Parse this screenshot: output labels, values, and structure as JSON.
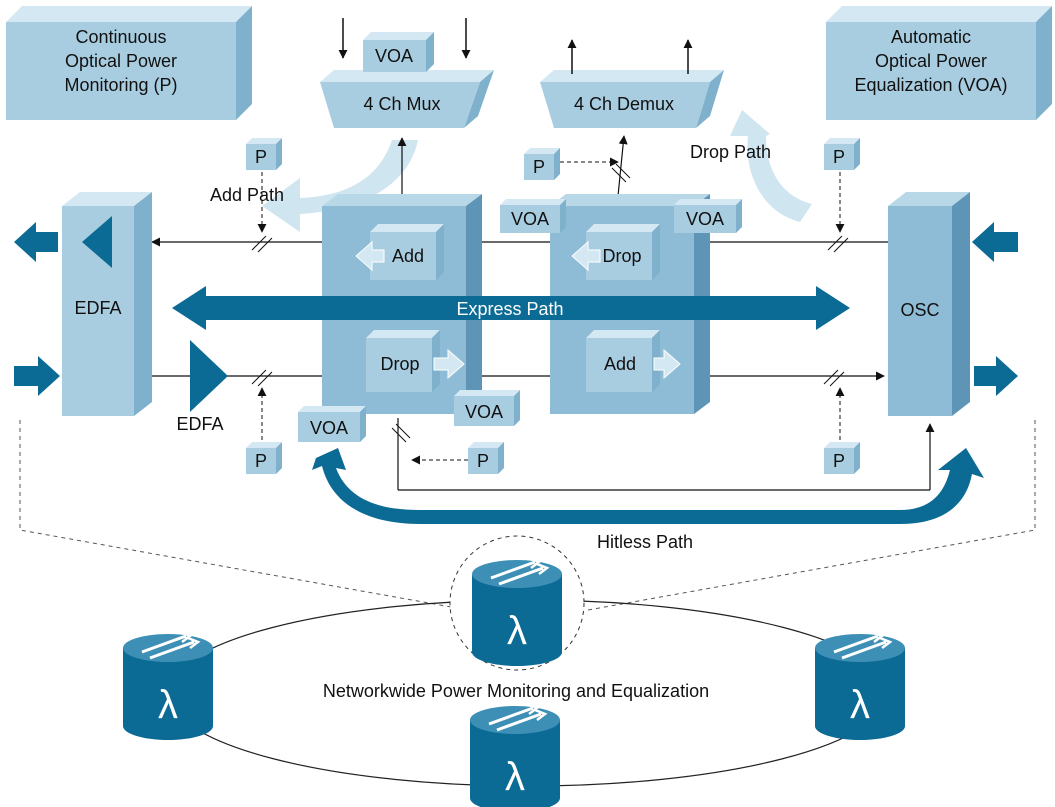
{
  "notes": {
    "left": [
      "Continuous",
      "Optical Power",
      "Monitoring (P)"
    ],
    "right": [
      "Automatic",
      "Optical Power",
      "Equalization (VOA)"
    ]
  },
  "labels": {
    "mux": "4 Ch Mux",
    "demux": "4 Ch Demux",
    "voa": "VOA",
    "p": "P",
    "add": "Add",
    "drop": "Drop",
    "edfa": "EDFA",
    "osc": "OSC",
    "express_path": "Express Path",
    "add_path": "Add Path",
    "drop_path": "Drop Path",
    "hitless_path": "Hitless Path",
    "network": "Networkwide Power Monitoring and Equalization",
    "lambda": "λ"
  },
  "colors": {
    "box_front": "#a9cde0",
    "box_top": "#d3e8f2",
    "box_side": "#7fb0cc",
    "module_front": "#8ebbd5",
    "module_side": "#5e95b7",
    "dark_blue": "#0b6b95",
    "light_arrow": "#cfe5f0"
  }
}
